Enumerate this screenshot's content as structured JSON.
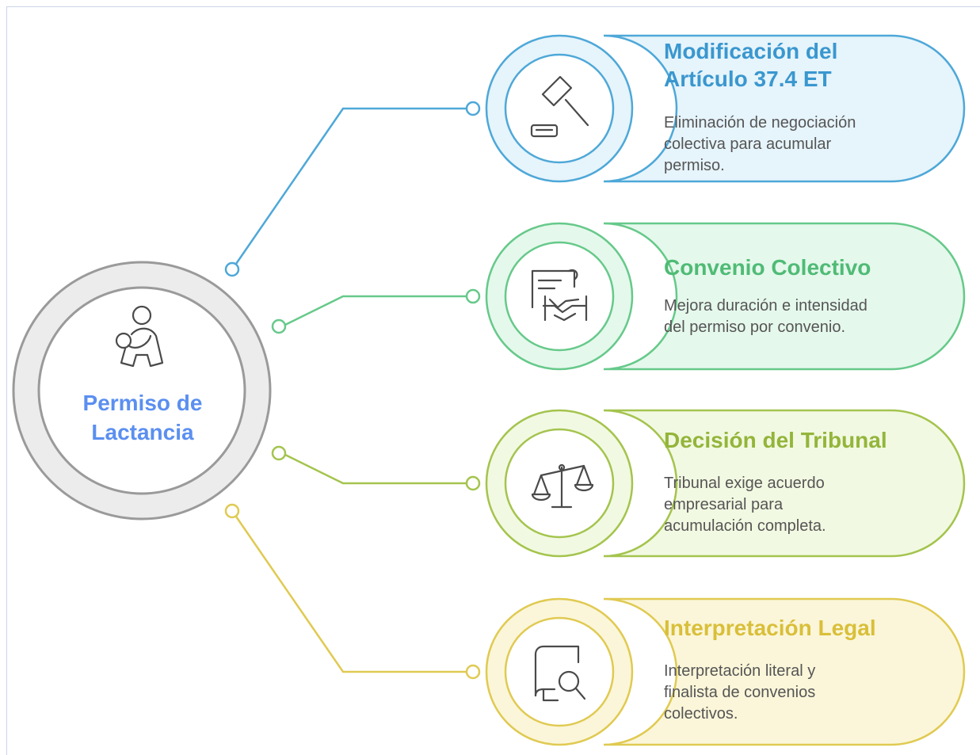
{
  "center": {
    "title_line1": "Permiso de",
    "title_line2": "Lactancia",
    "icon": "mother-baby-icon",
    "color": "#5b8ff0"
  },
  "branches": [
    {
      "title_lines": [
        "Modificación del",
        "Artículo 37.4 ET"
      ],
      "description_lines": [
        "Eliminación de negociación",
        "colectiva para acumular",
        "permiso."
      ],
      "icon": "gavel-icon",
      "color": "#4ea8d8",
      "fill": "#e6f4fb",
      "title_color": "#3a97cf"
    },
    {
      "title_lines": [
        "Convenio Colectivo"
      ],
      "description_lines": [
        "Mejora duración e intensidad",
        "del permiso por convenio."
      ],
      "icon": "agreement-handshake-icon",
      "color": "#66c98a",
      "fill": "#e5f8ec",
      "title_color": "#4fbb75"
    },
    {
      "title_lines": [
        "Decisión del Tribunal"
      ],
      "description_lines": [
        "Tribunal exige acuerdo",
        "empresarial para",
        "acumulación completa."
      ],
      "icon": "balance-scale-icon",
      "color": "#a4c44e",
      "fill": "#f2f9e2",
      "title_color": "#93b53a"
    },
    {
      "title_lines": [
        "Interpretación Legal"
      ],
      "description_lines": [
        "Interpretación literal y",
        "finalista de convenios",
        "colectivos."
      ],
      "icon": "book-search-icon",
      "color": "#e0ca52",
      "fill": "#fbf6d9",
      "title_color": "#d9bf3a"
    }
  ]
}
